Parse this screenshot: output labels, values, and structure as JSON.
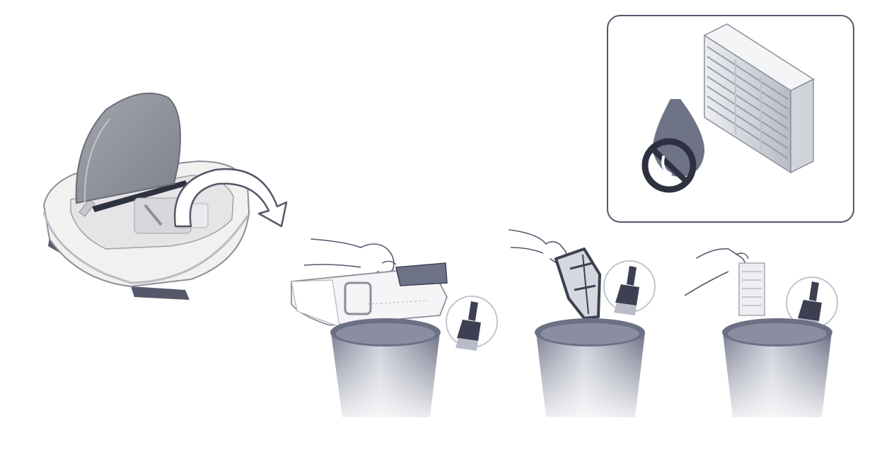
{
  "figure": {
    "kind": "cleaning instructions illustration",
    "text_labels": [],
    "colors": {
      "background": "#ffffff",
      "outline": "#55576a",
      "robot_body": "#f1eeee",
      "robot_lid": "#8e9099",
      "bin_dark": "#6f7387",
      "bin_light": "#c9ccd6",
      "part_fill": "#a9adbd",
      "brush_dark": "#3d4052"
    },
    "steps": [
      {
        "id": "open-lid",
        "icons": [
          "robot-vacuum-icon",
          "curved-arrow-icon"
        ]
      },
      {
        "id": "empty-dustbin",
        "icons": [
          "hand-icon",
          "dustbin-icon",
          "cleaning-brush-icon",
          "trash-can-icon"
        ]
      },
      {
        "id": "clean-prefilter",
        "icons": [
          "hand-icon",
          "mesh-filter-icon",
          "cleaning-brush-icon",
          "trash-can-icon"
        ]
      },
      {
        "id": "clean-hepa-filter",
        "icons": [
          "hand-icon",
          "hepa-filter-icon",
          "cleaning-brush-icon",
          "trash-can-icon"
        ]
      }
    ],
    "inset": {
      "id": "no-water-warning",
      "icons": [
        "no-water-icon",
        "pleated-filter-icon"
      ]
    }
  }
}
